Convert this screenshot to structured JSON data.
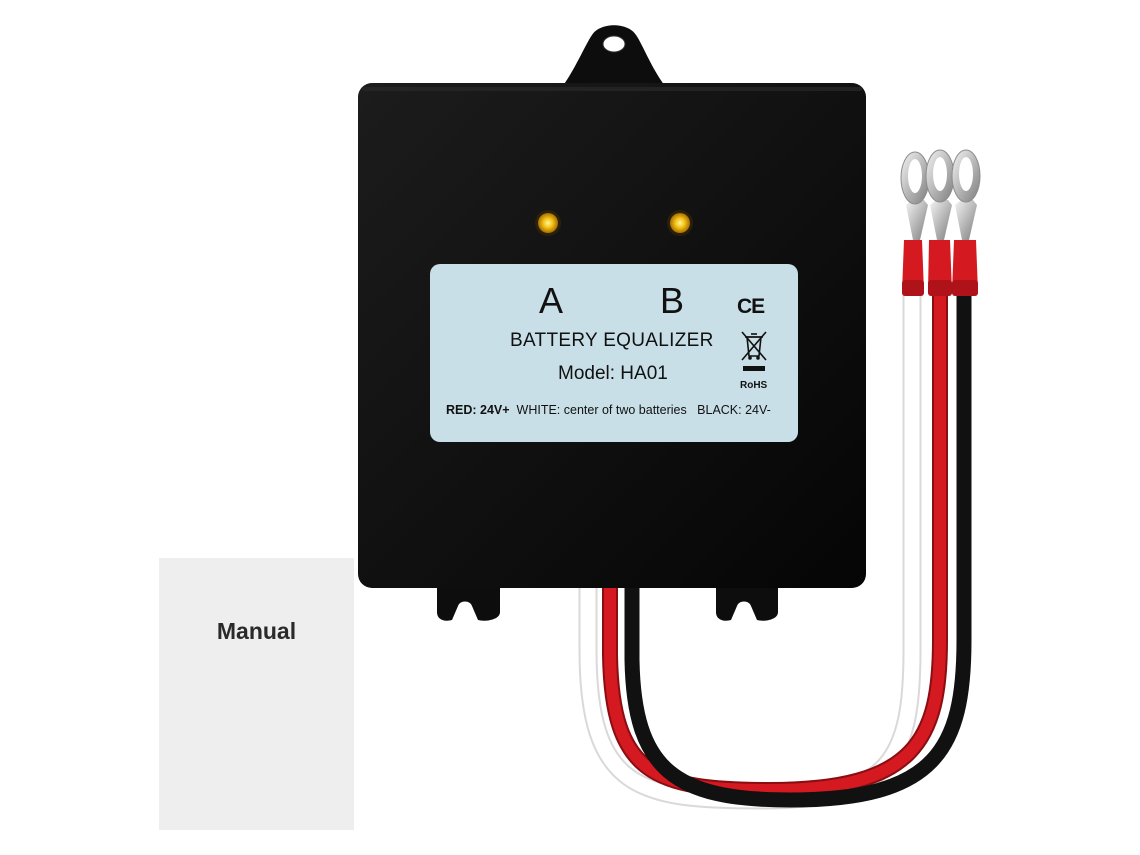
{
  "product": {
    "indicators": [
      "A",
      "B"
    ],
    "title": "BATTERY EQUALIZER",
    "model": "Model: HA01",
    "certification_mark": "CE",
    "rohs_mark": "RoHS",
    "wiring_red": "RED: 24V+",
    "wiring_white": "WHITE: center of two batteries",
    "wiring_black": "BLACK: 24V-",
    "led_color": "#f5c518",
    "housing_color": "#0d0d0d",
    "label_color": "#c9dfe7"
  },
  "manual": {
    "label": "Manual"
  },
  "wires": {
    "colors": [
      "#ffffff",
      "#d41920",
      "#111111"
    ]
  }
}
